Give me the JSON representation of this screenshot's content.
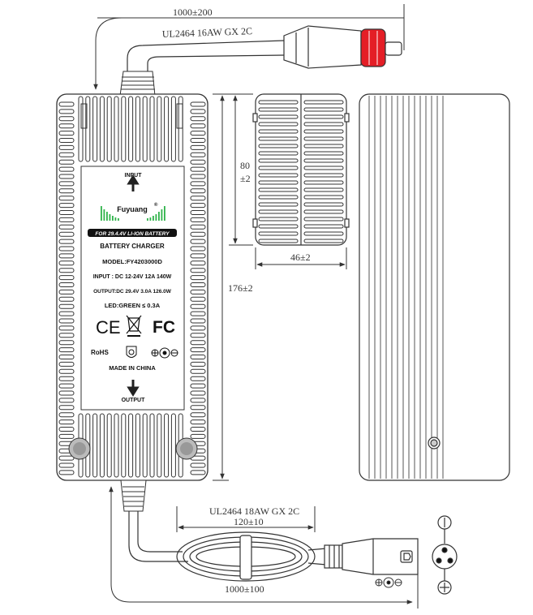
{
  "dimensions": {
    "input_cable_length": "1000±200",
    "input_cable_spec": "UL2464 16AW GX 2C",
    "body_length": "176±2",
    "height_value": "80",
    "height_tol": "±2",
    "width": "46±2",
    "output_cable_spec": "UL2464 18AW GX 2C",
    "coil_length": "120±10",
    "output_cable_length": "1000±100"
  },
  "label": {
    "input_text": "INPUT",
    "brand": "Fuyuang",
    "brand_mark": "®",
    "battery_banner": "FOR 29.4.4V LI-ION BATTERY",
    "product": "BATTERY CHARGER",
    "model": "MODEL:FY4203000D",
    "input_spec": "INPUT : DC 12-24V 12A 140W",
    "output_spec": "OUTPUT:DC 29.4V 3.0A 126.0W",
    "led": "LED:GREEN ≤ 0.3A",
    "ce": "CE",
    "fc": "FC",
    "rohs": "RoHS",
    "made_in": "MADE IN CHINA",
    "output_text": "OUTPUT"
  },
  "colors": {
    "plug_red": "#e41e26",
    "brand_green": "#2fb34a",
    "outline": "#333333"
  }
}
